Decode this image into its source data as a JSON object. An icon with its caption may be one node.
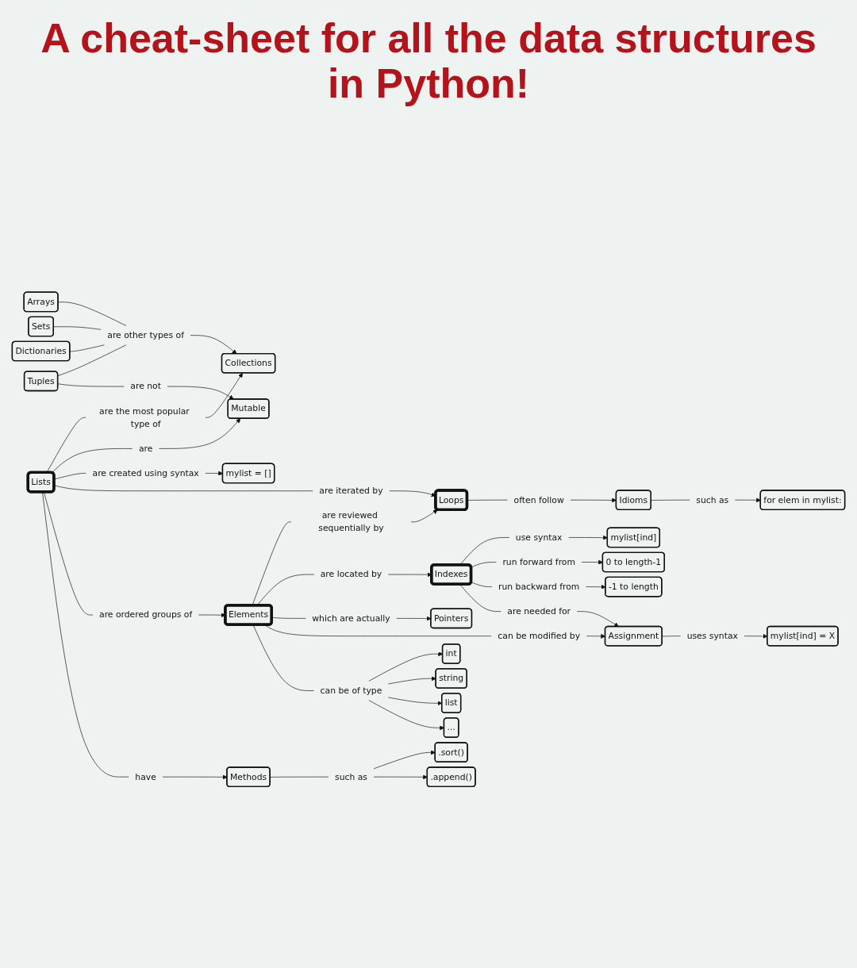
{
  "diagram": {
    "title": "A cheat-sheet for all the data structures in Python!",
    "nodes": [
      {
        "text": [
          "Sets"
        ]
      },
      {
        "text": [
          "Arrays"
        ]
      },
      {
        "text": [
          "Dictionaries"
        ]
      },
      {
        "text": [
          "are other types of"
        ]
      },
      {
        "text": [
          "Tuples"
        ]
      },
      {
        "text": [
          "Collections"
        ]
      },
      {
        "text": [
          "are the most popular type of"
        ]
      },
      {
        "text": [
          "Lists"
        ]
      },
      {
        "text": [
          "are"
        ]
      },
      {
        "text": [
          "are not"
        ]
      },
      {
        "text": [
          "Mutable"
        ]
      },
      {
        "text": [
          "are created using syntax"
        ]
      },
      {
        "text": [
          "are iterated by"
        ]
      },
      {
        "text": [
          "have"
        ]
      },
      {
        "text": [
          "mylist = []"
        ]
      },
      {
        "text": [
          "often follow"
        ]
      },
      {
        "text": [
          "Idioms"
        ]
      },
      {
        "text": [
          "Loops"
        ]
      },
      {
        "text": [
          "are ordered groups of"
        ]
      },
      {
        "text": [
          "Methods"
        ]
      },
      {
        "text": [
          "such as"
        ]
      },
      {
        "text": [
          "are reviewed sequentially by"
        ]
      },
      {
        "text": [
          "Elements"
        ]
      },
      {
        "text": [
          "such as"
        ]
      },
      {
        "text": [
          ".sort()"
        ]
      },
      {
        "text": [
          "for elem in mylist:"
        ]
      },
      {
        "text": [
          "are located by"
        ]
      },
      {
        "text": [
          ".append()"
        ]
      },
      {
        "text": [
          "which are actually"
        ]
      },
      {
        "text": [
          "use syntax"
        ]
      },
      {
        "text": [
          "mylist[ind]"
        ]
      },
      {
        "text": [
          "Indexes"
        ]
      },
      {
        "text": [
          "can be modified by"
        ]
      },
      {
        "text": [
          "can be of type"
        ]
      },
      {
        "text": [
          "Pointers"
        ]
      },
      {
        "text": [
          "run forward from"
        ]
      },
      {
        "text": [
          "are needed for"
        ]
      },
      {
        "text": [
          "run backward from"
        ]
      },
      {
        "text": [
          "int"
        ]
      },
      {
        "text": [
          "string"
        ]
      },
      {
        "text": [
          "list"
        ]
      },
      {
        "text": [
          "..."
        ]
      },
      {
        "text": [
          "0 to length-1"
        ]
      },
      {
        "text": [
          "-1 to length"
        ]
      },
      {
        "text": [
          "Assignment"
        ]
      },
      {
        "text": [
          "uses syntax"
        ]
      },
      {
        "text": [
          "mylist[ind] = X"
        ]
      }
    ],
    "edges": [
      {
        "from": 1,
        "to": 3,
        "arrow": "none"
      },
      {
        "from": 0,
        "to": 3,
        "arrow": "none"
      },
      {
        "from": 2,
        "to": 3,
        "arrow": "none"
      },
      {
        "from": 4,
        "to": 3,
        "arrow": "none"
      },
      {
        "from": 3,
        "to": 5,
        "arrow": "to"
      },
      {
        "from": 7,
        "to": 6,
        "arrow": "none"
      },
      {
        "from": 6,
        "to": 5,
        "arrow": "to"
      },
      {
        "from": 7,
        "to": 8,
        "arrow": "none"
      },
      {
        "from": 8,
        "to": 10,
        "arrow": "to"
      },
      {
        "from": 4,
        "to": 9,
        "arrow": "none"
      },
      {
        "from": 9,
        "to": 10,
        "arrow": "to"
      },
      {
        "from": 7,
        "to": 11,
        "arrow": "none"
      },
      {
        "from": 11,
        "to": 14,
        "arrow": "to"
      },
      {
        "from": 7,
        "to": 12,
        "arrow": "none"
      },
      {
        "from": 12,
        "to": 17,
        "arrow": "to"
      },
      {
        "from": 7,
        "to": 18,
        "arrow": "none"
      },
      {
        "from": 18,
        "to": 22,
        "arrow": "to"
      },
      {
        "from": 7,
        "to": 13,
        "arrow": "none"
      },
      {
        "from": 13,
        "to": 19,
        "arrow": "to"
      },
      {
        "from": 17,
        "to": 15,
        "arrow": "none"
      },
      {
        "from": 15,
        "to": 16,
        "arrow": "to"
      },
      {
        "from": 16,
        "to": 20,
        "arrow": "none"
      },
      {
        "from": 20,
        "to": 25,
        "arrow": "to"
      },
      {
        "from": 22,
        "to": 21,
        "arrow": "none"
      },
      {
        "from": 21,
        "to": 17,
        "arrow": "to"
      },
      {
        "from": 19,
        "to": 23,
        "arrow": "none"
      },
      {
        "from": 23,
        "to": 24,
        "arrow": "to"
      },
      {
        "from": 23,
        "to": 27,
        "arrow": "to"
      },
      {
        "from": 22,
        "to": 26,
        "arrow": "none"
      },
      {
        "from": 26,
        "to": 31,
        "arrow": "to"
      },
      {
        "from": 22,
        "to": 28,
        "arrow": "none"
      },
      {
        "from": 28,
        "to": 34,
        "arrow": "to"
      },
      {
        "from": 22,
        "to": 32,
        "arrow": "none"
      },
      {
        "from": 32,
        "to": 44,
        "arrow": "to"
      },
      {
        "from": 22,
        "to": 33,
        "arrow": "none"
      },
      {
        "from": 33,
        "to": 38,
        "arrow": "to"
      },
      {
        "from": 33,
        "to": 39,
        "arrow": "to"
      },
      {
        "from": 33,
        "to": 40,
        "arrow": "to"
      },
      {
        "from": 33,
        "to": 41,
        "arrow": "to"
      },
      {
        "from": 31,
        "to": 29,
        "arrow": "none"
      },
      {
        "from": 29,
        "to": 30,
        "arrow": "to"
      },
      {
        "from": 31,
        "to": 35,
        "arrow": "none"
      },
      {
        "from": 35,
        "to": 42,
        "arrow": "to"
      },
      {
        "from": 31,
        "to": 37,
        "arrow": "none"
      },
      {
        "from": 37,
        "to": 43,
        "arrow": "to"
      },
      {
        "from": 31,
        "to": 36,
        "arrow": "none"
      },
      {
        "from": 36,
        "to": 44,
        "arrow": "to"
      },
      {
        "from": 44,
        "to": 45,
        "arrow": "none"
      },
      {
        "from": 45,
        "to": 46,
        "arrow": "to"
      }
    ]
  }
}
